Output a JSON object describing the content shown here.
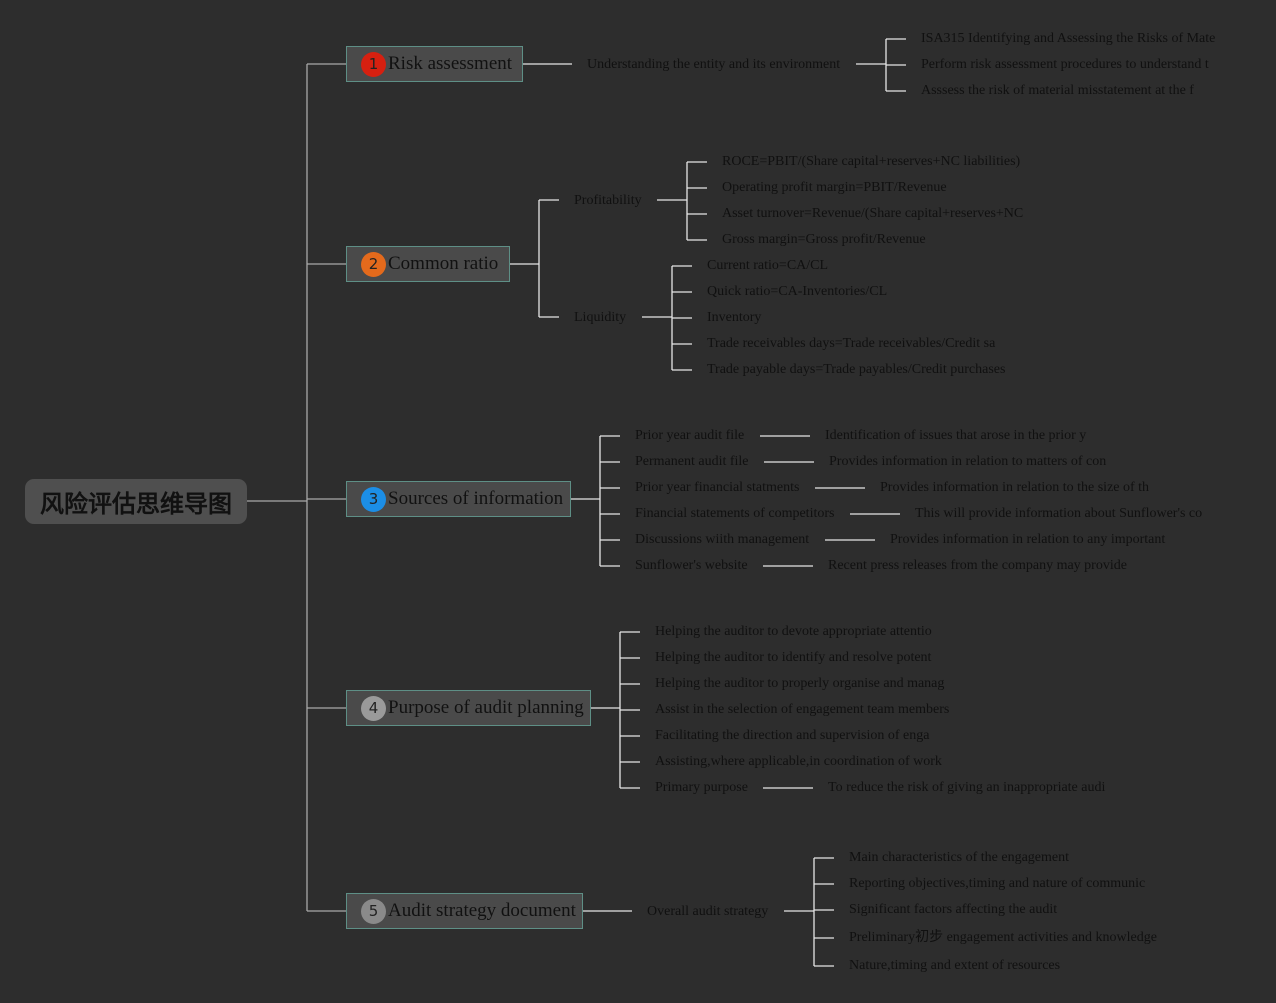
{
  "root": {
    "title": "风险评估思维导图"
  },
  "topics": [
    {
      "number": "1",
      "label": "Risk assessment",
      "badge_color": "#d62010"
    },
    {
      "number": "2",
      "label": "Common ratio",
      "badge_color": "#e46a1c"
    },
    {
      "number": "3",
      "label": "Sources of information",
      "badge_color": "#1c8ee6"
    },
    {
      "number": "4",
      "label": "Purpose of audit planning",
      "badge_color": "#9a9a9a"
    },
    {
      "number": "5",
      "label": "Audit strategy document",
      "badge_color": "#8a8a8a"
    }
  ],
  "risk": {
    "entity": "Understanding the entity and its environment",
    "items": [
      "ISA315 Identifying and Assessing the Risks of Mate",
      "Perform risk assessment procedures to understand t",
      "Asssess the risk of material misstatement at the f"
    ]
  },
  "ratio": {
    "profitability": {
      "label": "Profitability",
      "items": [
        "ROCE=PBIT/(Share capital+reserves+NC liabilities)",
        "Operating profit margin=PBIT/Revenue",
        "Asset turnover=Revenue/(Share capital+reserves+NC",
        "Gross margin=Gross profit/Revenue"
      ]
    },
    "liquidity": {
      "label": "Liquidity",
      "items": [
        "Current ratio=CA/CL",
        "Quick ratio=CA-Inventories/CL",
        "Inventory",
        "Trade receivables days=Trade receivables/Credit sa",
        "Trade payable days=Trade payables/Credit purchases"
      ]
    }
  },
  "sources": {
    "items": [
      {
        "label": "Prior year audit file",
        "detail": "Identification of issues that arose in the prior y"
      },
      {
        "label": "Permanent audit file",
        "detail": "Provides information in relation to matters of con"
      },
      {
        "label": "Prior year financial statments",
        "detail": "Provides information in relation to the size of th"
      },
      {
        "label": "Financial statements of competitors",
        "detail": "This will provide information about Sunflower's co"
      },
      {
        "label": "Discussions wiith management",
        "detail": "Provides information in relation to any important"
      },
      {
        "label": "Sunflower's website",
        "detail": "Recent press releases from the company may provide"
      }
    ]
  },
  "purpose": {
    "items": [
      "Helping the auditor to devote appropriate attentio",
      "Helping the auditor to identify and resolve potent",
      "Helping the auditor to properly organise and manag",
      "Assist in the selection of engagement team members",
      "Facilitating the direction and supervision of enga",
      "Assisting,where applicable,in coordination of work"
    ],
    "primary_label": "Primary purpose",
    "primary_detail": "To reduce the risk of giving an inappropriate audi"
  },
  "strategy": {
    "overall": "Overall audit strategy",
    "items": [
      "Main characteristics of the engagement",
      "Reporting objectives,timing and nature of communic",
      "Significant factors affecting the audit",
      "Preliminary初步 engagement activities and knowledge",
      "Nature,timing and extent of resources"
    ]
  }
}
